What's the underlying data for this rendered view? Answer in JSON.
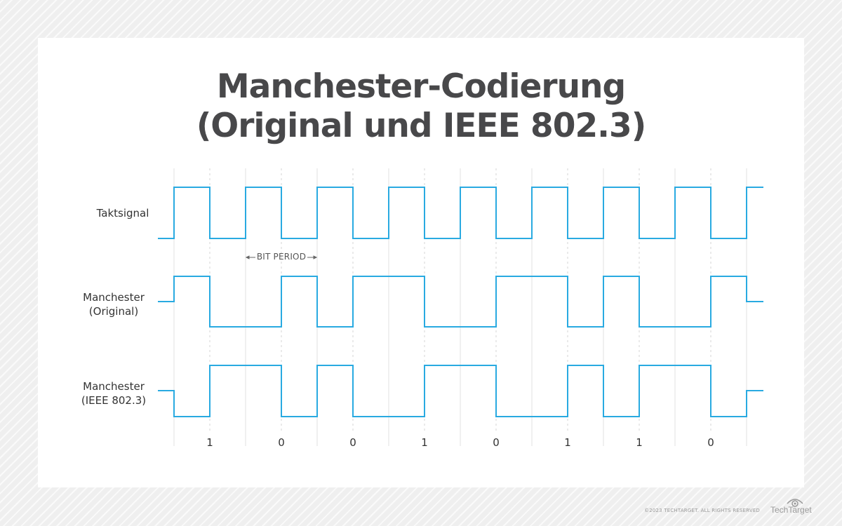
{
  "title": {
    "line1": "Manchester-Codierung",
    "line2": "(Original und IEEE 802.3)"
  },
  "rows": [
    {
      "label_line1": "Taktsignal",
      "label_line2": ""
    },
    {
      "label_line1": "Manchester",
      "label_line2": "(Original)"
    },
    {
      "label_line1": "Manchester",
      "label_line2": "(IEEE 802.3)"
    }
  ],
  "bit_period_label": "BIT PERIOD",
  "bits": [
    "1",
    "0",
    "0",
    "1",
    "0",
    "1",
    "1",
    "0"
  ],
  "colors": {
    "signal": "#29aae1",
    "grid": "#e2e2e2",
    "title": "#48484a"
  },
  "footer": {
    "copyright": "©2023 TECHTARGET. ALL RIGHTS RESERVED",
    "brand": "TechTarget"
  }
}
